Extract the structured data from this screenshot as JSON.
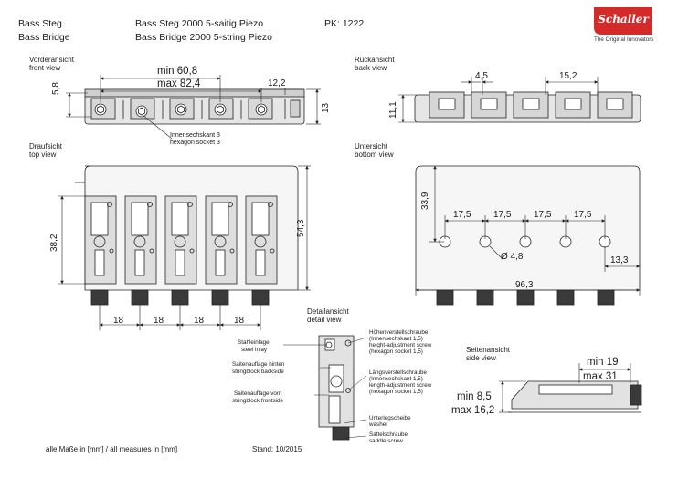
{
  "header": {
    "title_de": "Bass Steg",
    "title_en": "Bass Bridge",
    "model_de": "Bass Steg 2000 5-saitig Piezo",
    "model_en": "Bass Bridge 2000 5-string Piezo",
    "pk": "PK: 1222"
  },
  "logo": {
    "brand": "Schaller",
    "slogan": "The Original Innovators",
    "color": "#d42a2a"
  },
  "front_view": {
    "label_de": "Vorderansicht",
    "label_en": "front view",
    "dim_min": "min 60,8",
    "dim_max": "max 82,4",
    "dim_spacing": "12,2",
    "dim_left": "5,8",
    "dim_right": "13",
    "callout_de": "Innensechskant 3",
    "callout_en": "hexagon socket 3"
  },
  "back_view": {
    "label_de": "Rückansicht",
    "label_en": "back view",
    "dim_a": "4,5",
    "dim_b": "15,2",
    "dim_height": "11,1"
  },
  "top_view": {
    "label_de": "Draufsicht",
    "label_en": "top view",
    "dim_height_left": "38,2",
    "dim_height_right": "54,3",
    "spacings": [
      "18",
      "18",
      "18",
      "18"
    ]
  },
  "bottom_view": {
    "label_de": "Untersicht",
    "label_en": "bottom view",
    "dim_vertical": "33,9",
    "spacings": [
      "17,5",
      "17,5",
      "17,5",
      "17,5"
    ],
    "dim_hole": "Ø 4,8",
    "dim_edge": "13,3",
    "dim_width": "96,3"
  },
  "detail_view": {
    "label_de": "Detailansicht",
    "label_en": "detail view",
    "left_labels": [
      {
        "de": "Stahleinlage",
        "en": "steel inlay"
      },
      {
        "de": "Saitenauflage hinten",
        "en": "stringblock backside"
      },
      {
        "de": "Saitenauflage vorn",
        "en": "stringblock frontside"
      }
    ],
    "right_labels": [
      {
        "de": "Höhenverstellschraube",
        "l2": "(Innensechskant 1,5)",
        "l3": "height-adjustment screw",
        "l4": "(hexagon socket 1,5)"
      },
      {
        "de": "Längsverstellschraube",
        "l2": "(Innensechskant 1,5)",
        "l3": "length-adjustment screw",
        "l4": "(hexagon socket 1,5)"
      },
      {
        "de": "Unterlegscheibe",
        "l2": "washer"
      },
      {
        "de": "Sattelschraube",
        "l2": "saddle screw"
      }
    ]
  },
  "side_view": {
    "label_de": "Seitenansicht",
    "label_en": "side view",
    "dim_min_len": "min 19",
    "dim_max_len": "max 31",
    "dim_min_h": "min 8,5",
    "dim_max_h": "max 16,2"
  },
  "footer": {
    "note": "alle Maße in [mm] / all measures in [mm]",
    "stand": "Stand: 10/2015"
  }
}
